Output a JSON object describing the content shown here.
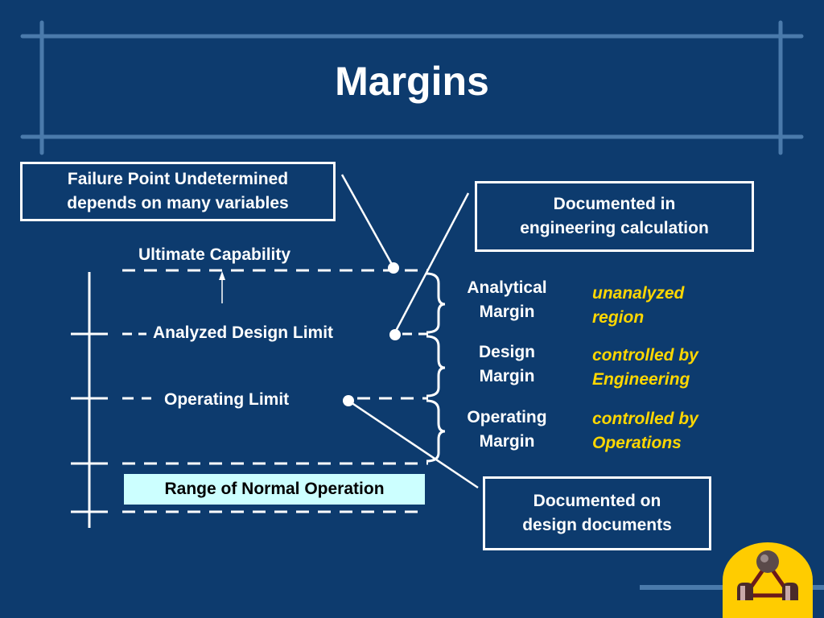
{
  "title": "Margins",
  "boxes": {
    "failure_point": [
      "Failure Point Undetermined",
      "depends on many variables"
    ],
    "engineering_calc": [
      "Documented in",
      "engineering calculation"
    ],
    "design_docs": [
      "Documented on",
      "design documents"
    ]
  },
  "levels": {
    "ultimate": "Ultimate Capability",
    "analyzed": "Analyzed Design Limit",
    "operating": "Operating Limit",
    "normal_range": "Range of Normal Operation"
  },
  "margins": [
    {
      "label_line1": "Analytical",
      "label_line2": "Margin",
      "note_line1": "unanalyzed",
      "note_line2": "region"
    },
    {
      "label_line1": "Design",
      "label_line2": "Margin",
      "note_line1": "controlled by",
      "note_line2": "Engineering"
    },
    {
      "label_line1": "Operating",
      "label_line2": "Margin",
      "note_line1": "controlled by",
      "note_line2": "Operations"
    }
  ],
  "colors": {
    "background": "#0d3b6e",
    "frame": "#4a7aab",
    "note_text": "#ffd700",
    "normal_range_fill": "#ccffff",
    "logo": "#ffcc00"
  },
  "icons": {
    "logo": "org-logo-icon"
  }
}
